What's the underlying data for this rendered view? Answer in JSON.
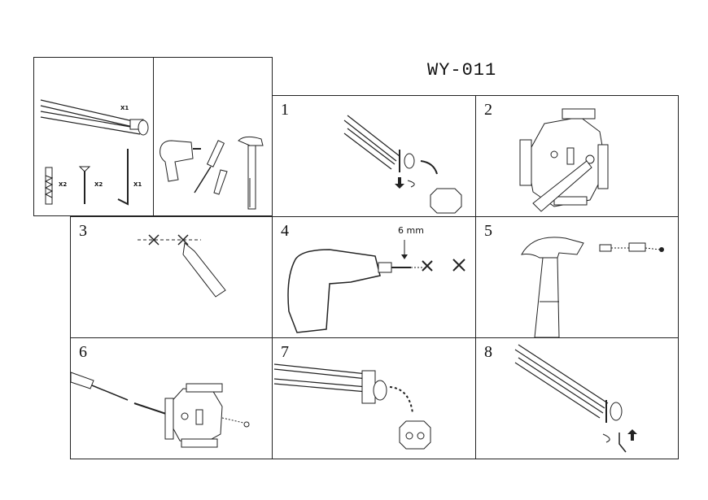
{
  "model": "WY-011",
  "parts": {
    "towel_bar_qty": "X1",
    "anchor_qty": "X2",
    "screw_qty": "X2",
    "hex_key_qty": "X1"
  },
  "steps": [
    {
      "number": "1"
    },
    {
      "number": "2"
    },
    {
      "number": "3"
    },
    {
      "number": "4"
    },
    {
      "number": "5"
    },
    {
      "number": "6"
    },
    {
      "number": "7"
    },
    {
      "number": "8"
    }
  ],
  "step4": {
    "drill_size": "6 mm"
  }
}
